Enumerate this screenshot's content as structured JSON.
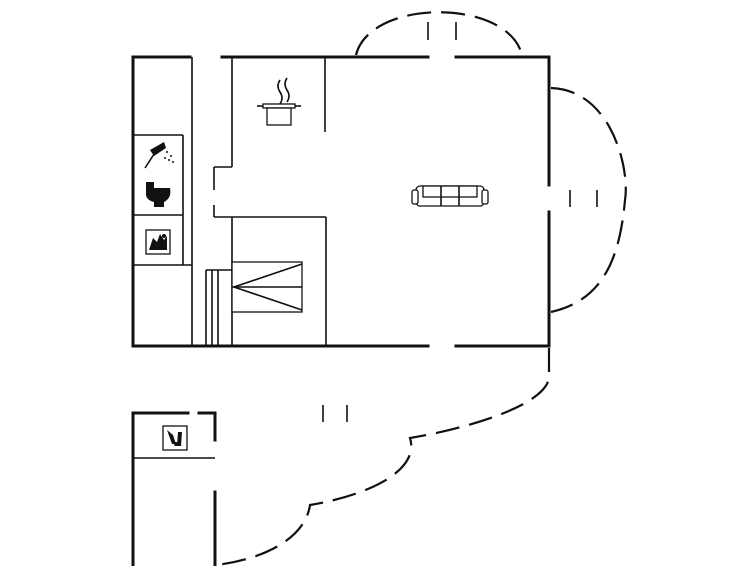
{
  "plan": {
    "type": "floor-plan",
    "colors": {
      "wall": "#111111",
      "background": "#ffffff"
    },
    "rooms": [
      {
        "id": "kitchen",
        "icon": "cooking-pot-icon"
      },
      {
        "id": "living-room",
        "icon": "sofa-icon"
      },
      {
        "id": "bathroom",
        "icons": [
          "shower-icon",
          "toilet-icon"
        ]
      },
      {
        "id": "utility",
        "icon": "washing-machine-icon"
      },
      {
        "id": "bedroom",
        "icon": "double-bed-icon"
      },
      {
        "id": "annex",
        "icon": "washing-machine-icon"
      }
    ],
    "terraces": [
      "terrace-north",
      "terrace-east",
      "terrace-south"
    ],
    "stairs": "stairs"
  }
}
